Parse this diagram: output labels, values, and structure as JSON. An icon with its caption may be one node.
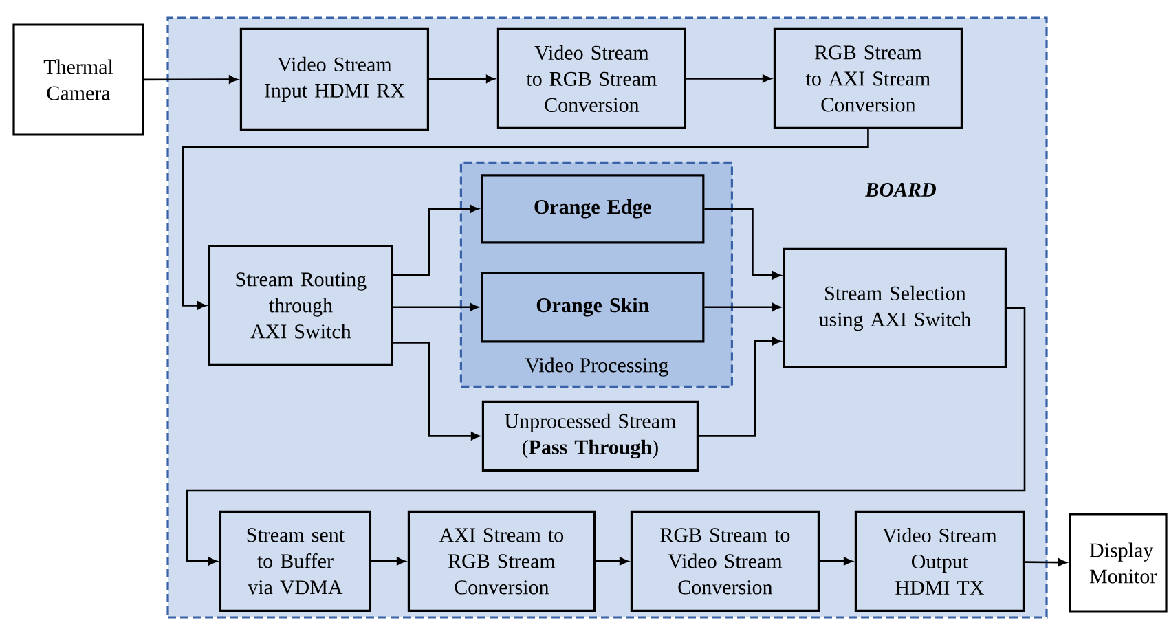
{
  "diagram": {
    "nodes": [
      {
        "text": [
          "Thermal Camera"
        ]
      },
      {
        "text": [
          "BOARD"
        ]
      },
      {
        "text": [
          "Video Stream Input HDMI RX"
        ],
        "in": 1
      },
      {
        "text": [
          "Video Stream to RGB Stream Conversion"
        ],
        "in": 1
      },
      {
        "text": [
          "RGB Stream to AXI Stream Conversion"
        ],
        "in": 1
      },
      {
        "text": [
          "Stream Routing through AXI Switch"
        ],
        "in": 1
      },
      {
        "text": [
          "Video Processing"
        ],
        "in": 1
      },
      {
        "text": [
          "Orange Edge"
        ],
        "in": 6
      },
      {
        "text": [
          "Orange Skin"
        ],
        "in": 6
      },
      {
        "text": [
          "Unprocessed Stream (**Pass Through**)"
        ],
        "in": 1
      },
      {
        "text": [
          "Stream Selection using AXI Switch"
        ],
        "in": 1
      },
      {
        "text": [
          "Stream sent to Buffer via VDMA"
        ],
        "in": 1
      },
      {
        "text": [
          "AXI Stream to RGB Stream Conversion"
        ],
        "in": 1
      },
      {
        "text": [
          "RGB Stream to Video Stream Conversion"
        ],
        "in": 1
      },
      {
        "text": [
          "Video Stream Output HDMI TX"
        ],
        "in": 1
      },
      {
        "text": [
          "Display Monitor"
        ]
      }
    ],
    "edges": [
      {
        "from": 0,
        "to": 2,
        "arrow": "to"
      },
      {
        "from": 2,
        "to": 3,
        "arrow": "to"
      },
      {
        "from": 3,
        "to": 4,
        "arrow": "to"
      },
      {
        "from": 4,
        "to": 5,
        "arrow": "to"
      },
      {
        "from": 5,
        "to": 7,
        "arrow": "to"
      },
      {
        "from": 5,
        "to": 8,
        "arrow": "to"
      },
      {
        "from": 5,
        "to": 9,
        "arrow": "to"
      },
      {
        "from": 7,
        "to": 10,
        "arrow": "to"
      },
      {
        "from": 8,
        "to": 10,
        "arrow": "to"
      },
      {
        "from": 9,
        "to": 10,
        "arrow": "to"
      },
      {
        "from": 10,
        "to": 11,
        "arrow": "to"
      },
      {
        "from": 11,
        "to": 12,
        "arrow": "to"
      },
      {
        "from": 12,
        "to": 13,
        "arrow": "to"
      },
      {
        "from": 13,
        "to": 14,
        "arrow": "to"
      },
      {
        "from": 14,
        "to": 15,
        "arrow": "to"
      }
    ]
  }
}
